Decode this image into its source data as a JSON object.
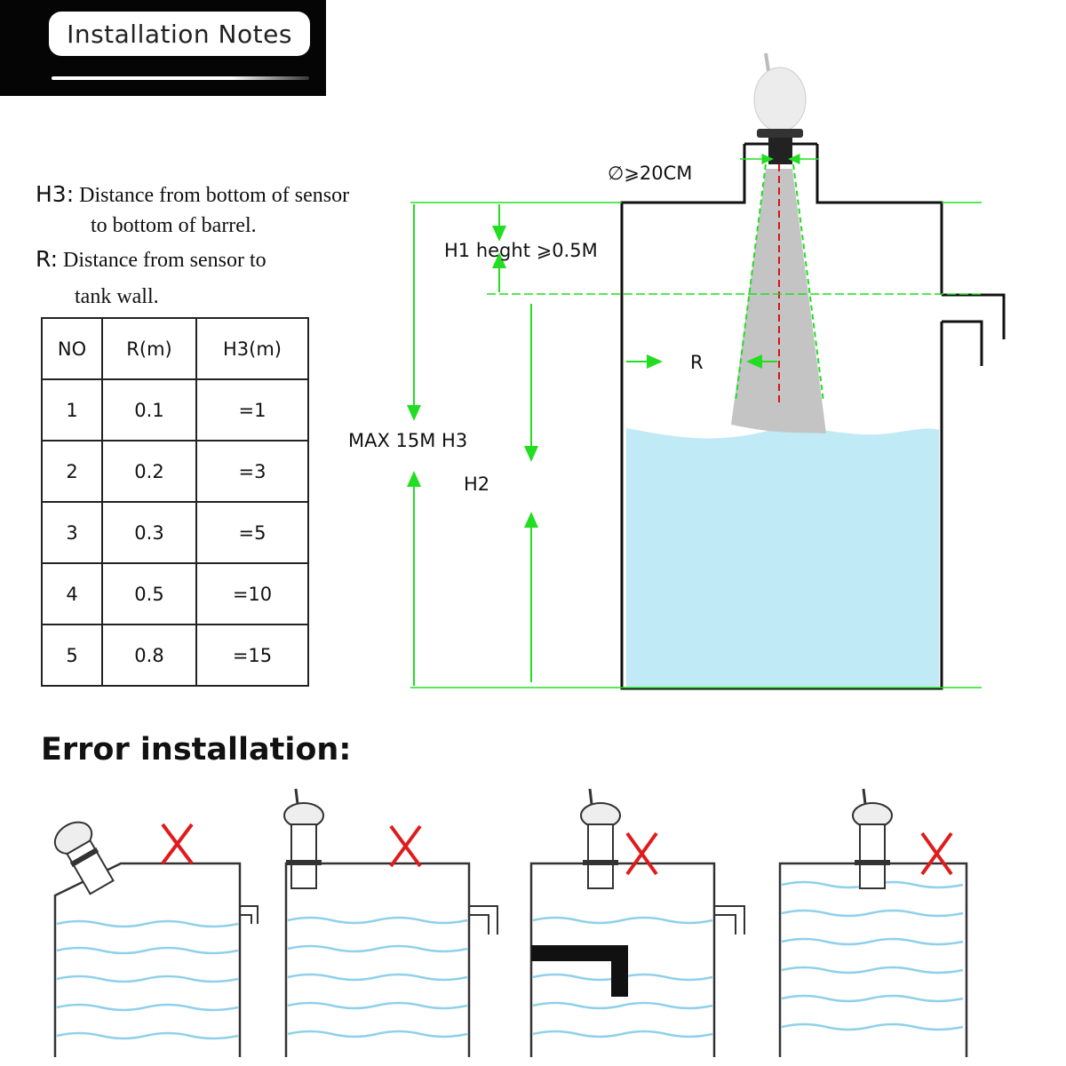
{
  "banner": {
    "title": "Installation Notes"
  },
  "notes": {
    "h3_tag": "H3",
    "h3_sep": ":",
    "h3_line1": "Distance from bottom of sensor",
    "h3_line2": "to bottom of barrel.",
    "r_tag": "R",
    "r_sep": ":",
    "r_line1": "Distance from sensor to",
    "r_line2": "tank wall."
  },
  "table": {
    "headers": [
      "NO",
      "R(m)",
      "H3(m)"
    ],
    "rows": [
      [
        "1",
        "0.1",
        "=1"
      ],
      [
        "2",
        "0.2",
        "=3"
      ],
      [
        "3",
        "0.3",
        "=5"
      ],
      [
        "4",
        "0.5",
        "=10"
      ],
      [
        "5",
        "0.8",
        "=15"
      ]
    ]
  },
  "diagram": {
    "diameter_label": "∅⩾20CM",
    "h1_label": "H1 heght ⩾0.5M",
    "max_label": "MAX 15M H3",
    "h2_label": "H2",
    "r_label": "R",
    "guide_color": "#22dd22",
    "water_color": "#bfeaf6",
    "beam_color": "#c4c4c4",
    "axis_color": "#dd1111"
  },
  "errors": {
    "title": "Error installation:",
    "mark": "X",
    "mark_color": "#e01b1b"
  }
}
